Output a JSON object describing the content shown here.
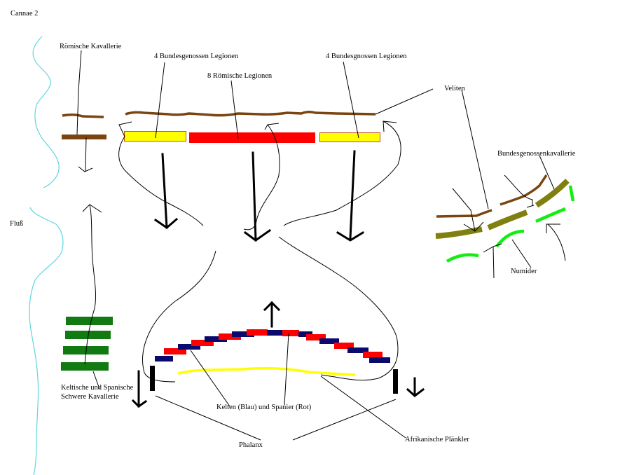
{
  "title": "Cannae 2",
  "colors": {
    "river": "#5fd6df",
    "roman_cavalry": "#7a4510",
    "velites": "#7a4510",
    "allied_legions": "#ffff00",
    "allied_legions_border": "#c05020",
    "roman_legions": "#ff0000",
    "celts": "#0a0a6e",
    "spaniards": "#ff0000",
    "african_skirmishers": "#ffff00",
    "phalanx": "#000000",
    "heavy_cavalry": "#117a11",
    "allied_cavalry": "#808010",
    "numidians": "#11ee11"
  },
  "labels": {
    "roman_cavalry": "Römische Kavallerie",
    "allied_legions_left": "4  Bundesgenossen Legionen",
    "roman_legions": "8   Römische Legionen",
    "allied_legions_right": "4 Bundesgnossen Legionen",
    "velites": "Veliten",
    "allied_cavalry": "Bundesgenossenkavallerie",
    "river": "Fluß",
    "numidians": "Numider",
    "heavy_cavalry_line1": "Keltische und Spanische",
    "heavy_cavalry_line2": "Schwere Kavallerie",
    "celts_spaniards": "Kelten (Blau) und Spanier (Rot)",
    "phalanx": "Phalanx",
    "african_skirmishers": "Afrikanische Plänkler"
  }
}
